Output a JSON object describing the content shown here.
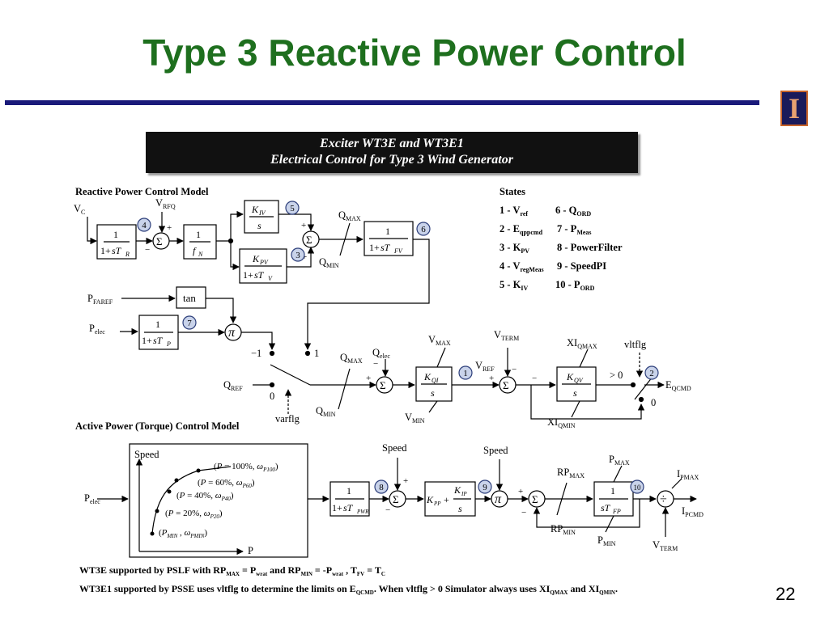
{
  "slide": {
    "title": "Type 3 Reactive Power Control",
    "page_number": "22",
    "logo_letter": "I",
    "colors": {
      "title": "#1e6f1e",
      "rule": "#1a1a7a",
      "badge": "#c9d3ea"
    }
  },
  "header_box": {
    "line1": "Exciter WT3E and WT3E1",
    "line2": "Electrical Control for Type 3 Wind Generator"
  },
  "diagram": {
    "reactive_title": "Reactive Power Control Model",
    "active_title": "Active Power (Torque) Control Model",
    "states_title": "States",
    "states": [
      {
        "num": "1 - ",
        "sym": "V",
        "sub": "ref"
      },
      {
        "num": "2 - ",
        "sym": "E",
        "sub": "qppcmd"
      },
      {
        "num": "3 - ",
        "sym": "K",
        "sub": "PV"
      },
      {
        "num": "4 - ",
        "sym": "V",
        "sub": "regMeas"
      },
      {
        "num": "5 - ",
        "sym": "K",
        "sub": "IV"
      },
      {
        "num": "6 - ",
        "sym": "Q",
        "sub": "ORD"
      },
      {
        "num": "7 - ",
        "sym": "P",
        "sub": "Meas"
      },
      {
        "num": "8 - ",
        "sym": "PowerFilter",
        "sub": ""
      },
      {
        "num": "9 - ",
        "sym": "SpeedPI",
        "sub": ""
      },
      {
        "num": "10 - ",
        "sym": "P",
        "sub": "ORD"
      }
    ],
    "badges": [
      "1",
      "2",
      "3",
      "4",
      "5",
      "6",
      "7",
      "8",
      "9",
      "10"
    ],
    "signals": {
      "vc": {
        "sym": "V",
        "sub": "C"
      },
      "vrfq": {
        "sym": "V",
        "sub": "RFQ"
      },
      "qmax": {
        "sym": "Q",
        "sub": "MAX"
      },
      "qmin": {
        "sym": "Q",
        "sub": "MIN"
      },
      "pfaref": {
        "sym": "P",
        "sub": "FAREF"
      },
      "pelec": {
        "sym": "P",
        "sub": "elec"
      },
      "qelec": {
        "sym": "Q",
        "sub": "elec"
      },
      "qref": {
        "sym": "Q",
        "sub": "REF"
      },
      "vmax": {
        "sym": "V",
        "sub": "MAX"
      },
      "vmin": {
        "sym": "V",
        "sub": "MIN"
      },
      "vterm": {
        "sym": "V",
        "sub": "TERM"
      },
      "vref": {
        "sym": "V",
        "sub": "REF"
      },
      "xiqmax": {
        "sym": "XI",
        "sub": "QMAX"
      },
      "xiqmin": {
        "sym": "XI",
        "sub": "QMIN"
      },
      "eqcmd": {
        "sym": "E",
        "sub": "QCMD"
      },
      "vltflg": "vltflg",
      "varflg": "varflg",
      "gt_zero": "> 0",
      "minus_one": "−1",
      "one": "1",
      "zero": "0",
      "speed": "Speed",
      "p_axis": "P",
      "pmax": {
        "sym": "P",
        "sub": "MAX"
      },
      "pmin": {
        "sym": "P",
        "sub": "MIN"
      },
      "rpmax": {
        "sym": "RP",
        "sub": "MAX"
      },
      "rpmin": {
        "sym": "RP",
        "sub": "MIN"
      },
      "ipmax": {
        "sym": "I",
        "sub": "PMAX"
      },
      "ipcmd": {
        "sym": "I",
        "sub": "PCMD"
      }
    },
    "blocks": {
      "tan": "tan",
      "pi": "π",
      "div": "÷",
      "sigma": "Σ"
    },
    "curve_labels": [
      {
        "p": "P",
        "pct": " = 100%, ",
        "w": "ω",
        "ws": "P100"
      },
      {
        "p": "P",
        "pct": " = 60%, ",
        "w": "ω",
        "ws": "P60"
      },
      {
        "p": "P",
        "pct": " = 40%, ",
        "w": "ω",
        "ws": "P40"
      },
      {
        "p": "P",
        "pct": " = 20%, ",
        "w": "ω",
        "ws": "P20"
      },
      {
        "p": "P",
        "pct": "",
        "w": "ω",
        "ws": "PMIN"
      }
    ],
    "footnote1": {
      "pre": "WT3E supported by PSLF with RP",
      "s1": "MAX",
      "mid1": " = P",
      "s2": "wrat",
      "mid2": "  and RP",
      "s3": "MIN",
      "mid3": " = -P",
      "s4": "wrat",
      "mid4": " ,  T",
      "s5": "FV",
      "mid5": " = T",
      "s6": "C"
    },
    "footnote2": {
      "pre": "WT3E1 supported by PSSE uses vltflg to determine the limits on E",
      "s1": "QCMD",
      "mid1": ". When vltflg > 0 Simulator always uses XI",
      "s2": "QMAX",
      "mid2": "  and XI",
      "s3": "QMIN",
      "end": "."
    }
  }
}
